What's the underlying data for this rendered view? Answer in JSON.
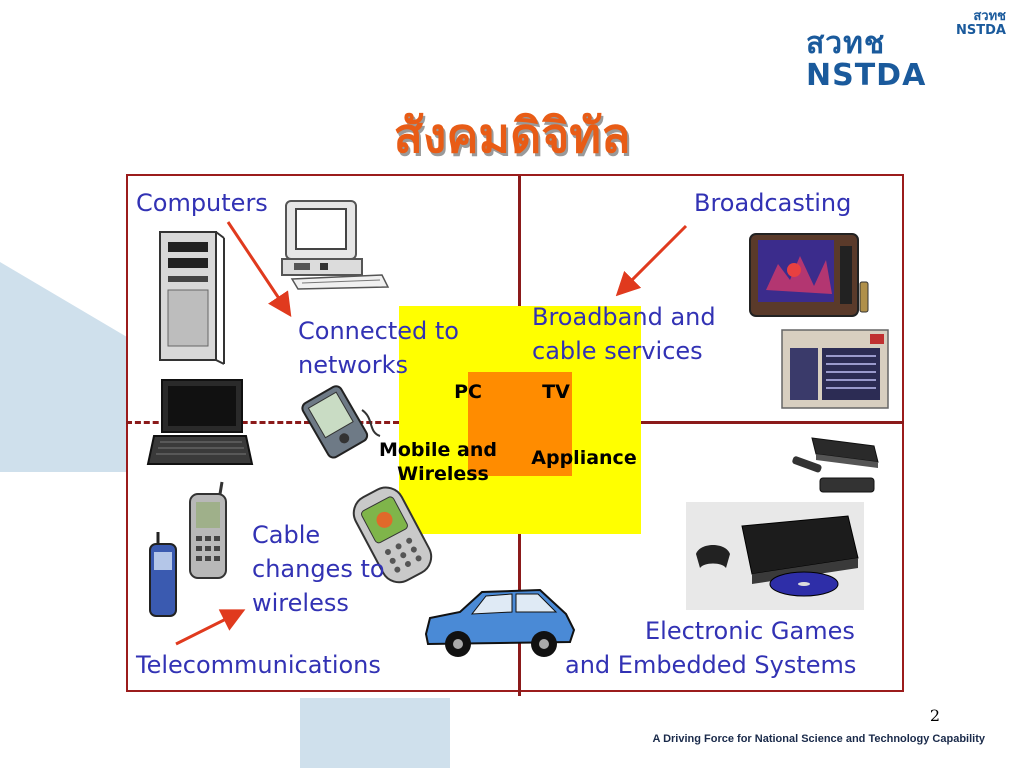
{
  "slide": {
    "title": "สังคมดิจิทัล",
    "page_number": "2",
    "footer_tagline": "A Driving Force for National Science and Technology Capability"
  },
  "logo": {
    "main_text": "สวทช NSTDA",
    "small_text_top": "สวทช",
    "small_text_bottom": "NSTDA"
  },
  "diagram": {
    "quadrants": {
      "top_left": {
        "label": "Computers",
        "note_line1": "Connected to",
        "note_line2": "networks"
      },
      "top_right": {
        "label": "Broadcasting",
        "note_line1": "Broadband and",
        "note_line2": "cable services"
      },
      "bottom_left": {
        "label": "Telecommunications",
        "note_line1": "Cable",
        "note_line2": "changes to",
        "note_line3": "wireless"
      },
      "bottom_right": {
        "label_line1": "Electronic Games",
        "label_line2": "and Embedded Systems"
      }
    },
    "core": {
      "pc": "PC",
      "tv": "TV",
      "mobile_line1": "Mobile and",
      "mobile_line2": "Wireless",
      "appliance": "Appliance"
    },
    "colors": {
      "border": "#9b1c1c",
      "label_text": "#3232b4",
      "arrow": "#e03a1e",
      "core_outer": "#ffff00",
      "core_inner": "#ff8c00",
      "title": "#e85c16"
    },
    "icons": [
      "desktop-computer-icon",
      "tower-pc-icon",
      "laptop-icon",
      "pda-icon",
      "television-icon",
      "cable-guide-icon",
      "set-top-box-icon",
      "game-console-icon",
      "mobile-phone-icon",
      "car-icon"
    ]
  }
}
